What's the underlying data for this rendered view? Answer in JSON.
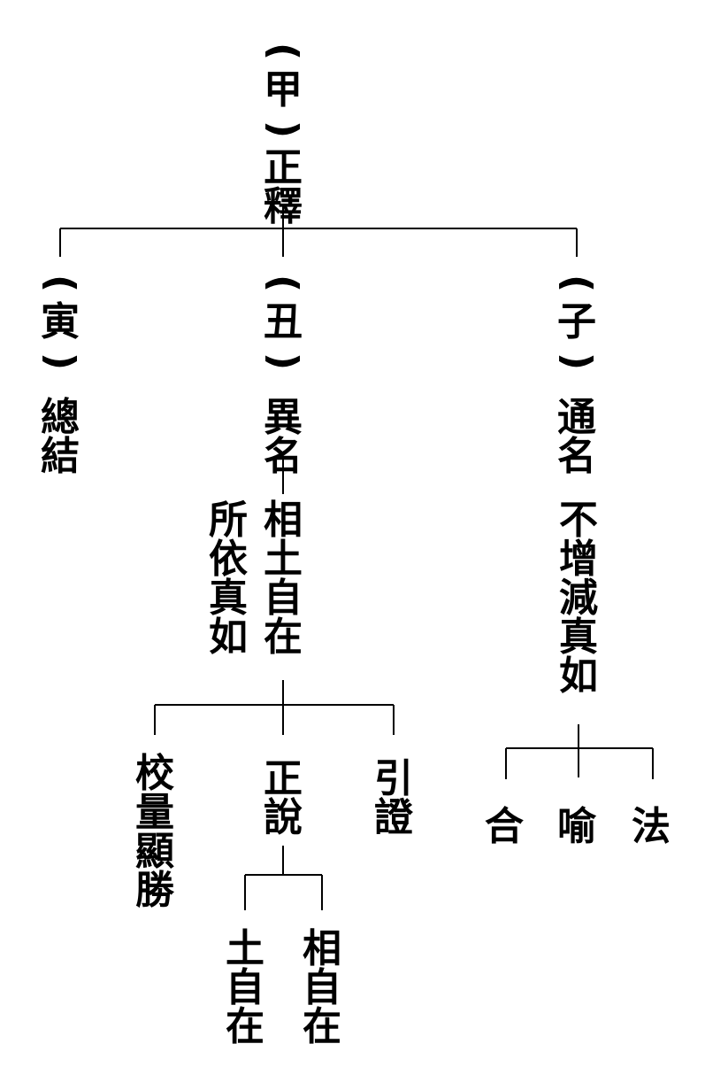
{
  "root": {
    "marker": [
      "(",
      "甲",
      ")"
    ],
    "title": [
      "正",
      "釋"
    ]
  },
  "branches": {
    "yin": {
      "marker": [
        "(",
        "寅",
        ")"
      ],
      "label": [
        "總",
        "結"
      ]
    },
    "chou": {
      "marker": [
        "(",
        "丑",
        ")"
      ],
      "label": [
        "異",
        "名"
      ]
    },
    "zi": {
      "marker": [
        "(",
        "子",
        ")"
      ],
      "label": [
        "通",
        "名"
      ]
    }
  },
  "chou_children": {
    "main": [
      "相",
      "土",
      "自",
      "在"
    ],
    "aside": [
      "所",
      "依",
      "真",
      "如"
    ]
  },
  "xiangtu_children": {
    "left": [
      "校",
      "量",
      "顯",
      "勝"
    ],
    "middle": [
      "正",
      "說"
    ],
    "right": [
      "引",
      "證"
    ]
  },
  "zhengshuo_children": {
    "left": [
      "土",
      "自",
      "在"
    ],
    "right": [
      "相",
      "自",
      "在"
    ]
  },
  "zi_child": [
    "不",
    "增",
    "減",
    "真",
    "如"
  ],
  "zi_grandchildren": {
    "a": "合",
    "b": "喻",
    "c": "法"
  },
  "colors": {
    "ink": "#000000",
    "background": "#ffffff"
  }
}
